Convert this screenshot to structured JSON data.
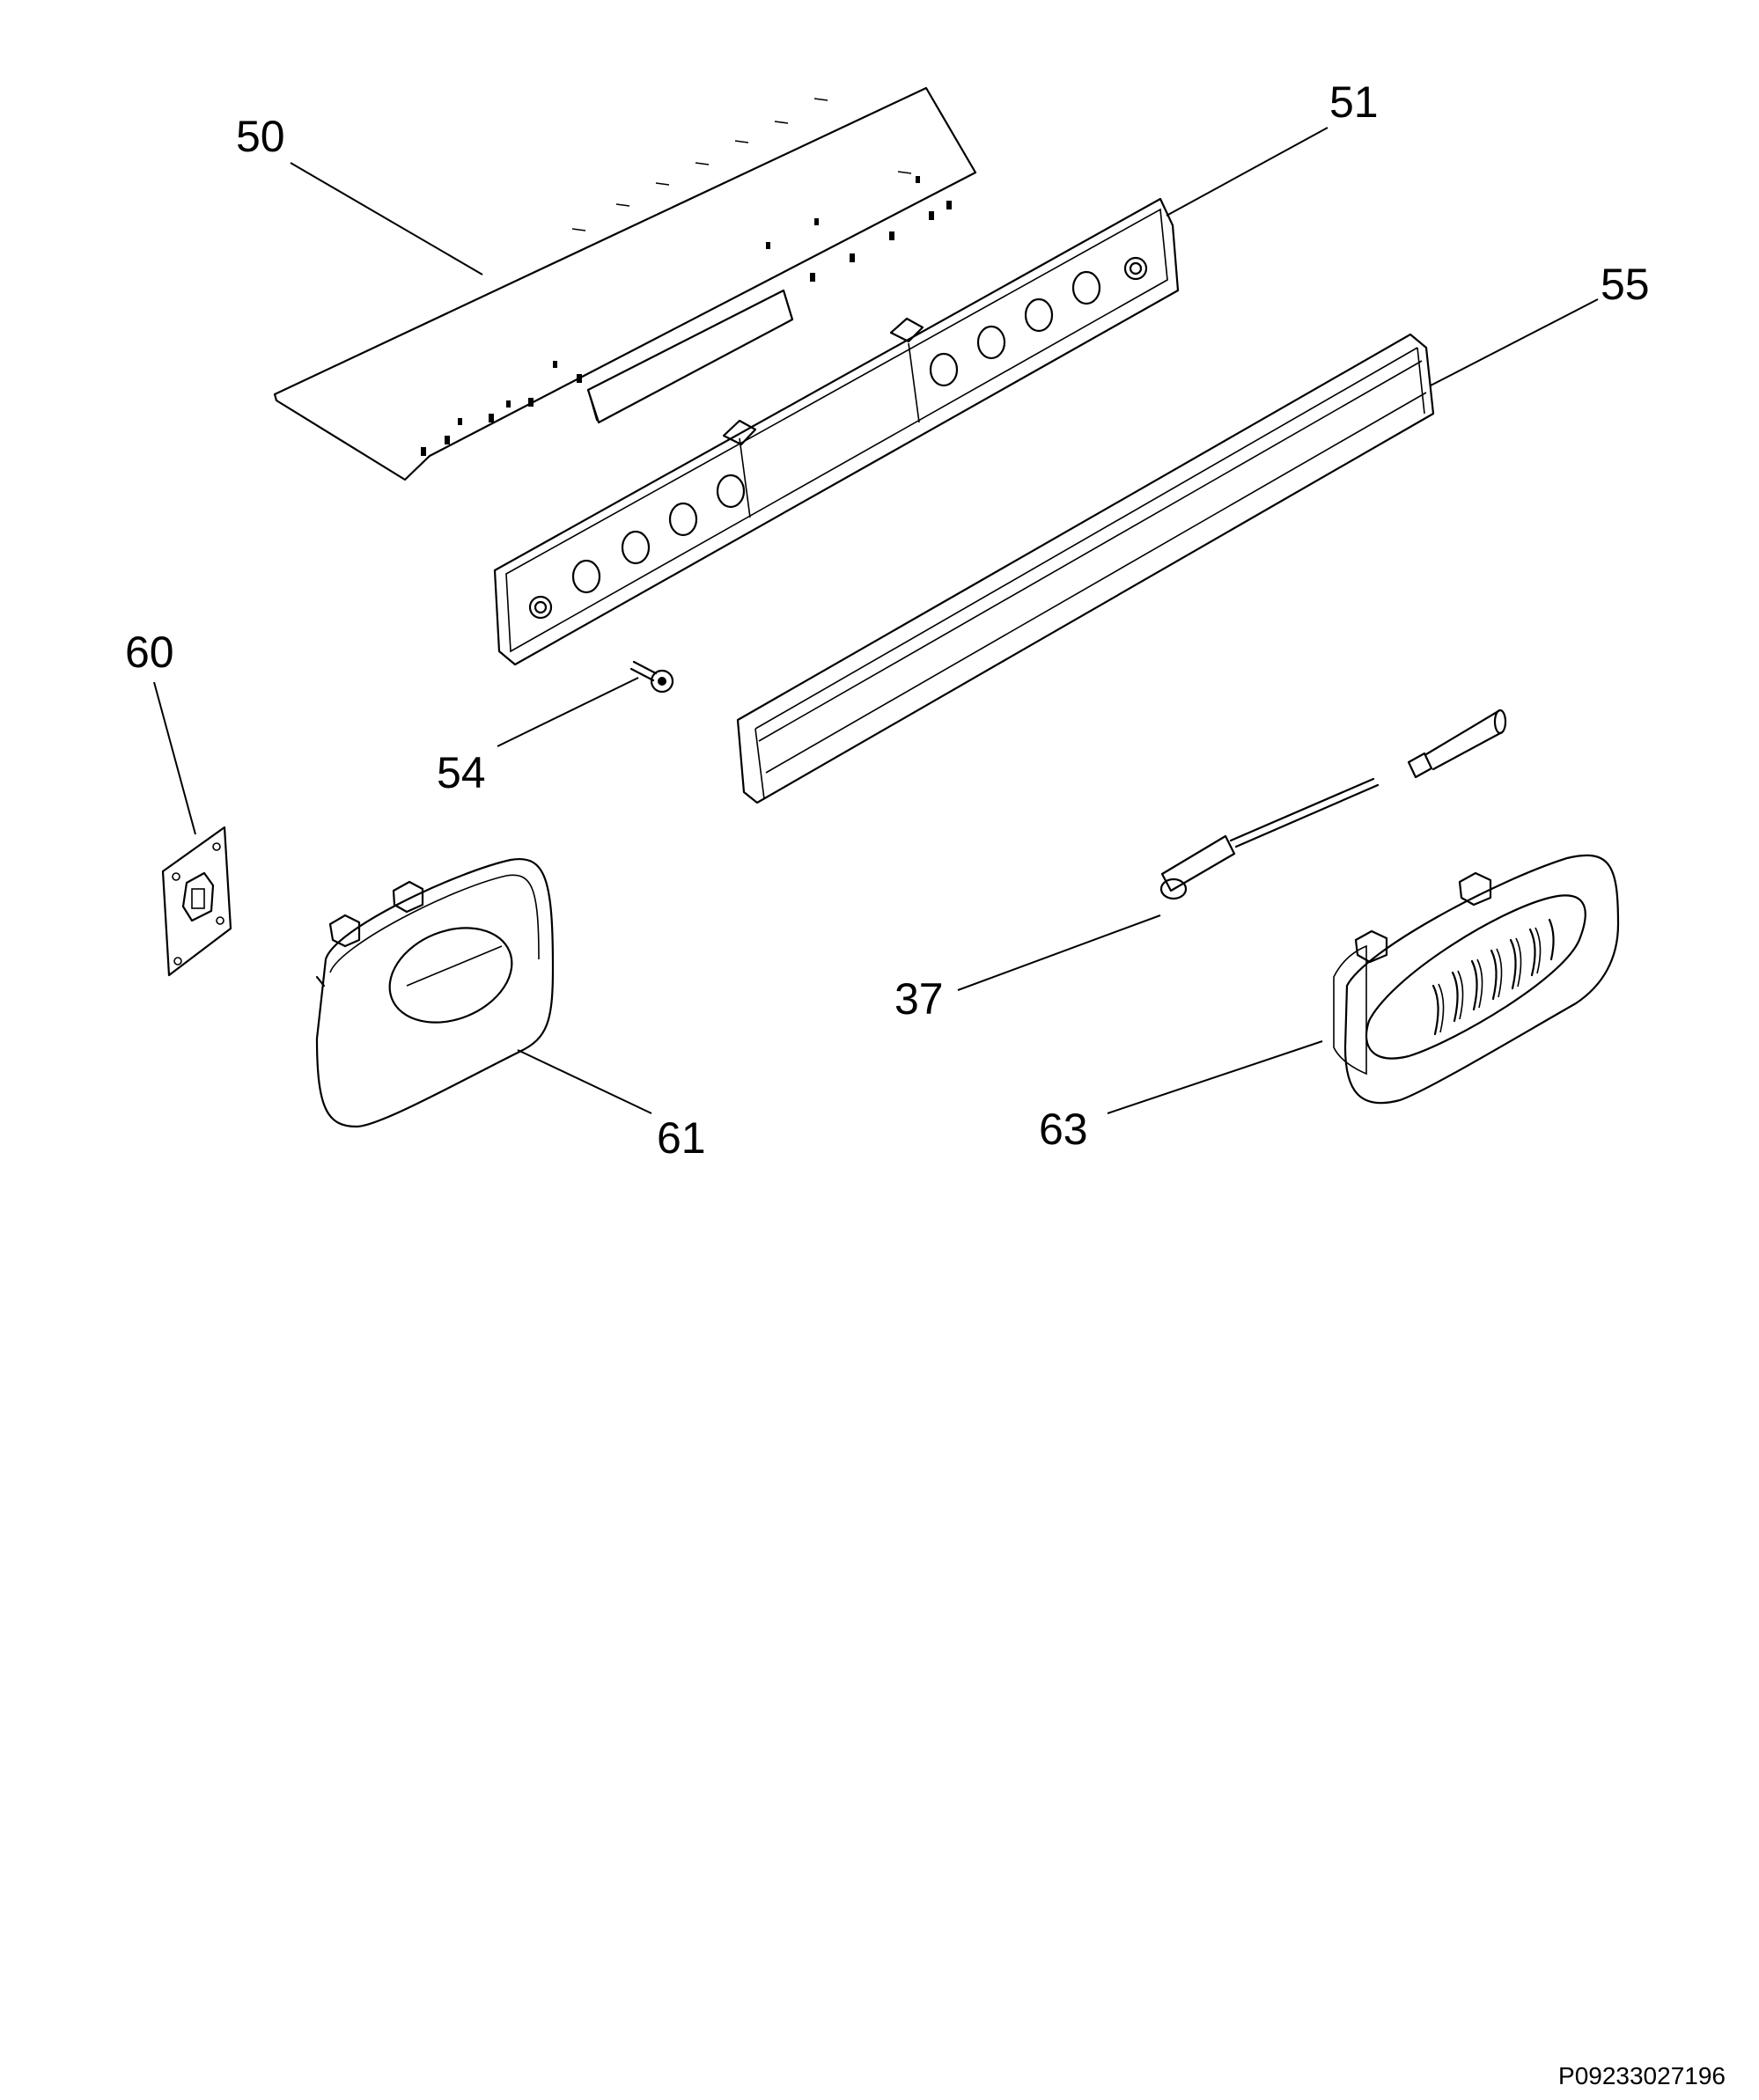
{
  "diagram": {
    "callouts": [
      {
        "id": "50",
        "label": "50"
      },
      {
        "id": "51",
        "label": "51"
      },
      {
        "id": "55",
        "label": "55"
      },
      {
        "id": "60",
        "label": "60"
      },
      {
        "id": "54",
        "label": "54"
      },
      {
        "id": "37",
        "label": "37"
      },
      {
        "id": "61",
        "label": "61"
      },
      {
        "id": "63",
        "label": "63"
      }
    ],
    "document_id": "P09233027196"
  }
}
